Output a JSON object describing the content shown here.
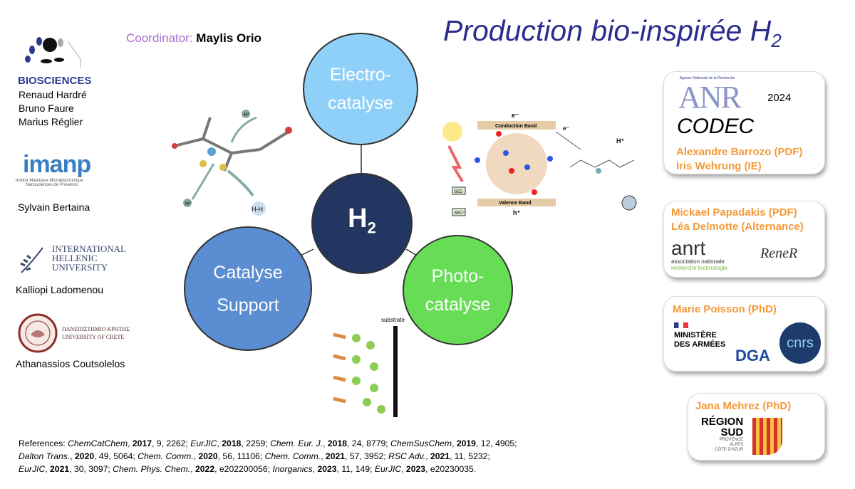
{
  "title": {
    "main": "Production bio-inspirée H",
    "sub": "2"
  },
  "coordinator": {
    "label": "Coordinator:",
    "name": "Maylis Orio"
  },
  "left": [
    {
      "logo": "BIOSCIENCES",
      "people": [
        "Renaud Hardré",
        "Bruno Faure",
        "Marius Réglier"
      ]
    },
    {
      "logo": "imanp",
      "logo_sub1": "Institut Matériaux Microélectronique",
      "logo_sub2": "Nanosciences de Provence",
      "people": [
        "Sylvain Bertaina"
      ]
    },
    {
      "logo_lines": [
        "INTERNATIONAL",
        "HELLENIC",
        "UNIVERSITY"
      ],
      "people": [
        "Kalliopi Ladomenou"
      ]
    },
    {
      "logo_lines": [
        "ΠΑΝΕΠΙΣΤΗΜΙΟ ΚΡΗΤΗΣ",
        "UNIVERSITY OF CRETE"
      ],
      "people": [
        "Athanassios Coutsolelos"
      ]
    }
  ],
  "diagram": {
    "electro": [
      "Electro-",
      "catalyse"
    ],
    "center": {
      "main": "H",
      "sub": "2"
    },
    "support": [
      "Catalyse",
      "Support"
    ],
    "photo": [
      "Photo-",
      "catalyse"
    ],
    "photo_fig": {
      "conduction": "Conduction Band",
      "valence": "Valence Band",
      "e": "e⁻",
      "h": "h⁺",
      "sed": "SED",
      "sedp": "SED⁺",
      "hplus": "H⁺"
    },
    "mol_fig": {
      "h1": "H⁺",
      "h2": "H⁺",
      "hh": "H-H"
    },
    "surf_fig": {
      "substrate": "substrate"
    }
  },
  "cards": [
    {
      "logo": "ANR",
      "logo_small": "Agence Nationale de la Recherche",
      "year": "2024",
      "project": "CODEC",
      "people": [
        "Alexandre Barrozo (PDF)",
        "Iris Wehrung (IE)"
      ]
    },
    {
      "people": [
        "Mickael Papadakis (PDF)",
        "Léa Delmotte (Alternance)"
      ],
      "logo1": "anrt",
      "logo1_sub": [
        "association nationale",
        "recherche technologie"
      ],
      "logo2": "ReneR"
    },
    {
      "people": [
        "Marie Poisson (PhD)"
      ],
      "logo1": [
        "MINISTÈRE",
        "DES ARMÉES"
      ],
      "logo2": "DGA",
      "logo3": "cnrs"
    },
    {
      "people": [
        "Jana Mehrez (PhD)"
      ],
      "logo": [
        "RÉGION",
        "SUD"
      ],
      "logo_sub": [
        "PROVENCE",
        "ALPES",
        "CÔTE D'AZUR"
      ]
    }
  ],
  "references": "References: <i>ChemCatChem</i>, <b>2017</b>, 9, 2262; <i>EurJIC</i>, <b>2018</b>, 2259; <i>Chem. Eur. J.</i>, <b>2018</b>, 24, 8779; <i>ChemSusChem</i>, <b>2019</b>, 12, 4905; <i>Dalton Trans.</i>, <b>2020</b>, 49, 5064; <i>Chem. Comm.</i>, <b>2020</b>, 56, 11106; <i>Chem. Comm.</i>, <b>2021</b>, 57, 3952; <i>RSC Adv.</i>, <b>2021</b>, 11, 5232; <i>EurJIC</i>, <b>2021</b>, 30, 3097; <i>Chem. Phys. Chem.</i>, <b>2022</b>, e202200056; <i>Inorganics</i>, <b>2023</b>, 11, 149; <i>EurJIC</i>, <b>2023</b>, e20230035."
}
